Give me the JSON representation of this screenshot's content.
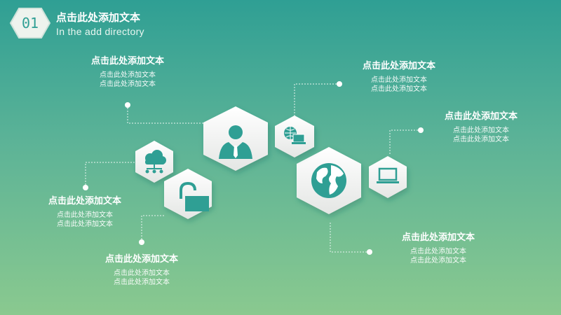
{
  "header": {
    "badge_number": "01",
    "title": "点击此处添加文本",
    "subtitle": "In the add directory"
  },
  "items": [
    {
      "id": "top-left",
      "title": "点击此处添加文本",
      "line1": "点击此处添加文本",
      "line2": "点击此处添加文本",
      "icon": "person-icon"
    },
    {
      "id": "top-right",
      "title": "点击此处添加文本",
      "line1": "点击此处添加文本",
      "line2": "点击此处添加文本",
      "icon": "network-computer-icon"
    },
    {
      "id": "right",
      "title": "点击此处添加文本",
      "line1": "点击此处添加文本",
      "line2": "点击此处添加文本",
      "icon": "laptop-icon"
    },
    {
      "id": "left",
      "title": "点击此处添加文本",
      "line1": "点击此处添加文本",
      "line2": "点击此处添加文本",
      "icon": "cloud-network-icon"
    },
    {
      "id": "bottom-left",
      "title": "点击此处添加文本",
      "line1": "点击此处添加文本",
      "line2": "点击此处添加文本",
      "icon": "unlock-icon"
    },
    {
      "id": "bottom-right",
      "title": "点击此处添加文本",
      "line1": "点击此处添加文本",
      "line2": "点击此处添加文本",
      "icon": "globe-icon"
    }
  ],
  "colors": {
    "background_top": "#2f9f94",
    "background_bottom": "#8ac98f",
    "icon": "#2f9f94",
    "hexagon": "#f3f3f3"
  }
}
